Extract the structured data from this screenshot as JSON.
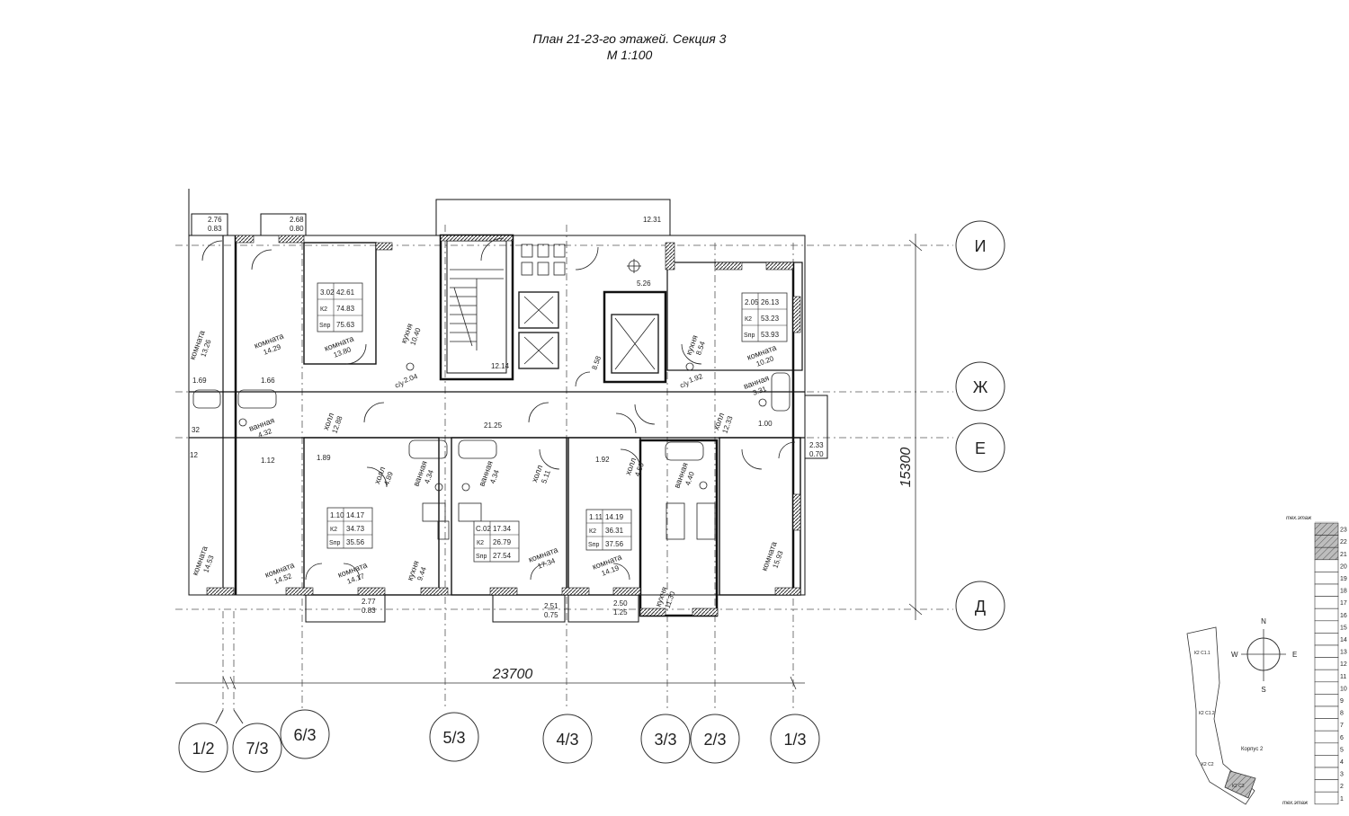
{
  "title": "План 21-23-го этажей. Секция 3",
  "scale": "М 1:100",
  "dimensions": {
    "width": "23700",
    "height": "15300"
  },
  "axes_rows": [
    "И",
    "Ж",
    "Е",
    "Д"
  ],
  "axes_cols": [
    "1/2",
    "7/3",
    "6/3",
    "5/3",
    "4/3",
    "3/3",
    "2/3",
    "1/3"
  ],
  "apartments": [
    {
      "code": "3.02",
      "area": "42.61",
      "k": "К2",
      "k_val": "74.83",
      "s": "Sпр",
      "s_val": "75.63"
    },
    {
      "code": "2.05",
      "area": "26.13",
      "k": "К2",
      "k_val": "53.23",
      "s": "Sпр",
      "s_val": "53.93"
    },
    {
      "code": "1.10",
      "area": "14.17",
      "k": "К2",
      "k_val": "34.73",
      "s": "Sпр",
      "s_val": "35.56"
    },
    {
      "code": "С.02",
      "area": "17.34",
      "k": "К2",
      "k_val": "26.79",
      "s": "Sпр",
      "s_val": "27.54"
    },
    {
      "code": "1.11",
      "area": "14.19",
      "k": "К2",
      "k_val": "36.31",
      "s": "Sпр",
      "s_val": "37.56"
    }
  ],
  "rooms": [
    {
      "name": "комната",
      "area": "13.26"
    },
    {
      "name": "комната",
      "area": "14.29"
    },
    {
      "name": "комната",
      "area": "13.80"
    },
    {
      "name": "кухня",
      "area": "10.40"
    },
    {
      "name": "кухня",
      "area": "8.54"
    },
    {
      "name": "комната",
      "area": "10.20"
    },
    {
      "name": "ванная",
      "area": "3.31"
    },
    {
      "name": "ванная",
      "area": "4.32"
    },
    {
      "name": "холл",
      "area": "12.88"
    },
    {
      "name": "холл",
      "area": "12.33"
    },
    {
      "name": "холл",
      "area": "4.89"
    },
    {
      "name": "ванная",
      "area": "4.34"
    },
    {
      "name": "ванная",
      "area": "4.34"
    },
    {
      "name": "холл",
      "area": "5.11"
    },
    {
      "name": "холл",
      "area": "4.50"
    },
    {
      "name": "ванная",
      "area": "4.40"
    },
    {
      "name": "комната",
      "area": "14.53"
    },
    {
      "name": "комната",
      "area": "14.52"
    },
    {
      "name": "комната",
      "area": "14.17"
    },
    {
      "name": "кухня",
      "area": "9.44"
    },
    {
      "name": "комната",
      "area": "17.34"
    },
    {
      "name": "комната",
      "area": "14.19"
    },
    {
      "name": "кухня",
      "area": "11.30"
    },
    {
      "name": "комната",
      "area": "15.93"
    },
    {
      "name": "с/у",
      "area": "2.04"
    },
    {
      "name": "с/у",
      "area": "1.92"
    }
  ],
  "misc_labels": {
    "balcony_1": "2.76",
    "balcony_1b": "0.83",
    "balcony_2": "2.68",
    "balcony_2b": "0.80",
    "stair": "12.14",
    "corridor": "21.25",
    "top_balcony": "12.31",
    "shaft": "5.26",
    "lobby": "8.58",
    "b_bottom_1": "2.77",
    "b_bottom_1b": "0.83",
    "b_bottom_2": "2.51",
    "b_bottom_2b": "0.75",
    "b_bottom_3": "2.50",
    "b_bottom_3b": "1.25",
    "side_balc": "2.33",
    "side_balc_b": "0.70",
    "d1": "1.69",
    "d2": "1.66",
    "d3": "1.12",
    "d4": "1.89",
    "d5": "1.92",
    "d6": "1.00",
    "w_left": "32",
    "w_left2": "12"
  },
  "compass": {
    "n": "N",
    "s": "S",
    "e": "E",
    "w": "W"
  },
  "key_plan": {
    "label_top": "тех.этаж",
    "label_bottom": "тех.этаж",
    "floors": [
      "23",
      "22",
      "21",
      "20",
      "19",
      "18",
      "17",
      "16",
      "15",
      "14",
      "13",
      "12",
      "11",
      "10",
      "9",
      "8",
      "7",
      "6",
      "5",
      "4",
      "3",
      "2",
      "1"
    ],
    "highlight_floors": [
      "23",
      "22",
      "21"
    ],
    "building_label": "Корпус 2",
    "section_labels": [
      "К2 С1.1",
      "К2 С1.2",
      "К2 С2",
      "К2 С3"
    ]
  }
}
